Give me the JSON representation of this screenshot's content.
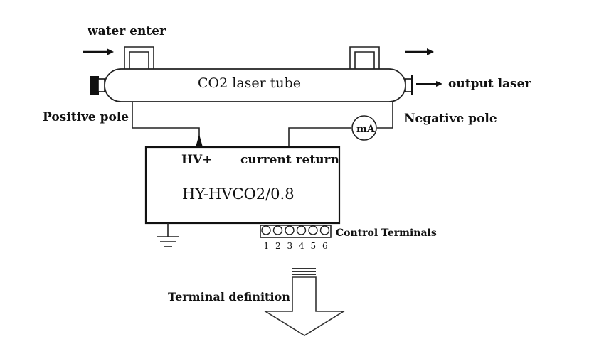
{
  "labels": {
    "water_enter": "water enter",
    "tube": "CO2 laser tube",
    "output_laser": "output laser",
    "positive_pole": "Positive pole",
    "negative_pole": "Negative pole",
    "meter": "mA",
    "hv_plus": "HV+",
    "current_return": "current return",
    "model": "HY-HVCO2/0.8",
    "control_terminals": "Control Terminals",
    "terminal_definition": "Terminal definition"
  },
  "terminals": [
    "1",
    "2",
    "3",
    "4",
    "5",
    "6"
  ],
  "colors": {
    "line": "#222222",
    "ink": "#111111",
    "background": "#ffffff"
  }
}
